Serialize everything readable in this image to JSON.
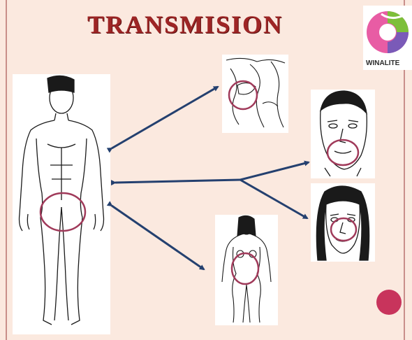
{
  "title": "TRANSMISION",
  "logo": {
    "text": "WINALITE",
    "colors": [
      "#7dbf3a",
      "#e54a9a",
      "#7a5ab8"
    ]
  },
  "colors": {
    "background": "#fbe9df",
    "frame": "#c98f8a",
    "title": "#9e2525",
    "arrow": "#24406f",
    "highlight_circle": "#a03a5a",
    "accent_dot": "#c8345c"
  },
  "illustrations": [
    "male-body",
    "mouth-closeup",
    "male-face",
    "female-face",
    "female-body"
  ]
}
